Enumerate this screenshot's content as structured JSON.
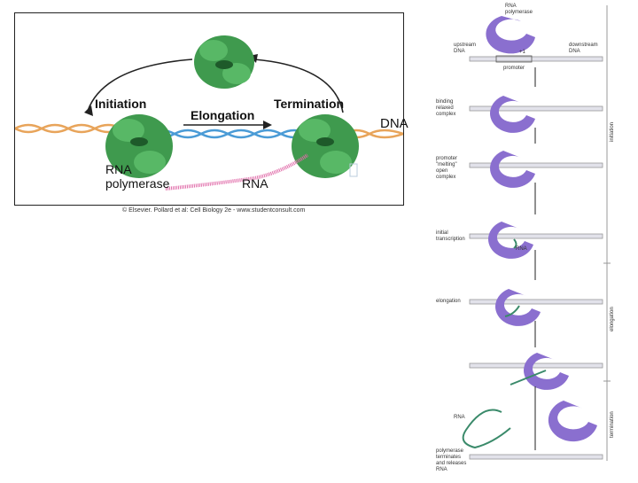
{
  "left_figure": {
    "initiation": "Initiation",
    "elongation": "Elongation",
    "termination": "Termination",
    "dna": "DNA",
    "rna_polymerase_line1": "RNA",
    "rna_polymerase_line2": "polymerase",
    "rna": "RNA",
    "credit": "© Elsevier. Pollard et al: Cell Biology 2e - www.studentconsult.com",
    "colors": {
      "polymerase": "#3f9a4e",
      "dna_orange": "#e8a45a",
      "dna_blue": "#4a9bd6",
      "rna": "#e06aa8"
    }
  },
  "right_figure": {
    "rna_polymerase": "RNA\npolymerase",
    "upstream_dna": "upstream\nDNA",
    "plus_one": "+1",
    "downstream_dna": "downstream\nDNA",
    "promoter": "promoter",
    "steps": [
      "binding\nrelaxed\ncomplex",
      "promoter\n\"melting\"\nopen\ncomplex",
      "initial\ntranscription",
      "elongation",
      "",
      "RNA",
      "polymerase\nterminates\nand releases\nRNA"
    ],
    "rna_label": "RNA",
    "phases": [
      "initiation",
      "elongation",
      "termination"
    ],
    "colors": {
      "polymerase": "#8a6fcf",
      "rna": "#3a8a6a",
      "dna": "#d6d6e0"
    }
  }
}
